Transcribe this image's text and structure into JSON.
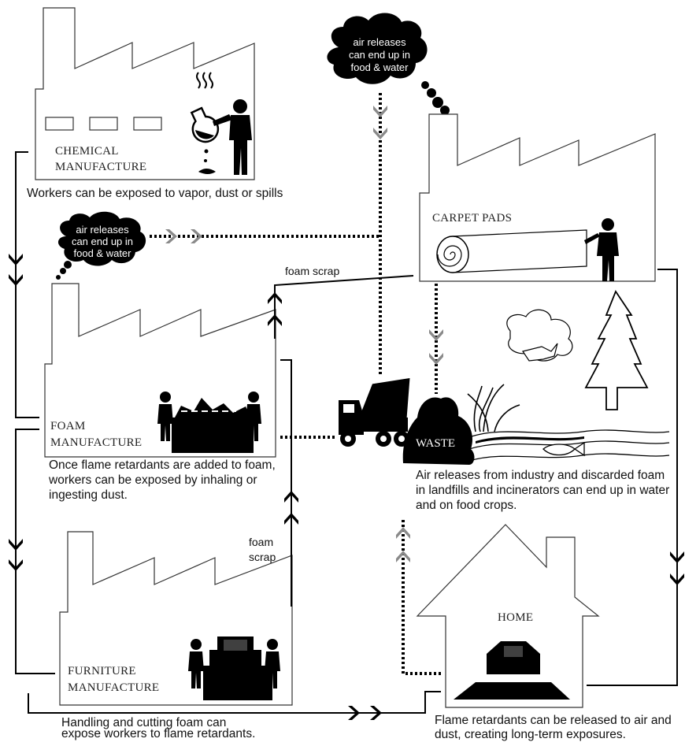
{
  "nodes": {
    "chemical": {
      "line1": "CHEMICAL",
      "line2": "MANUFACTURE",
      "caption": "Workers can be exposed to vapor, dust or spills"
    },
    "carpet": {
      "label": "CARPET PADS"
    },
    "foam": {
      "line1": "FOAM",
      "line2": "MANUFACTURE",
      "caption": "Once flame retardants are added to foam, workers can be exposed by inhaling or ingesting dust."
    },
    "furniture": {
      "line1": "FURNITURE",
      "line2": "MANUFACTURE",
      "caption_line1": "Handling and cutting foam can",
      "caption_line2": "expose workers to flame retardants."
    },
    "waste": {
      "label": "WASTE",
      "caption": "Air releases from industry and discarded foam in landfills and incinerators can end up in water and on food crops."
    },
    "home": {
      "label": "HOME",
      "caption": "Flame retardants can be released to air and dust, creating long-term exposures."
    }
  },
  "clouds": {
    "top": {
      "line1": "air releases",
      "line2": "can end up in",
      "line3": "food & water"
    },
    "left": {
      "line1": "air releases",
      "line2": "can end up in",
      "line3": "food & water"
    }
  },
  "flow_labels": {
    "foam_scrap_top": "foam scrap",
    "foam_scrap_mid_1": "foam",
    "foam_scrap_mid_2": "scrap"
  },
  "colors": {
    "ink": "#000000",
    "gray_arrow": "#8a8a8a"
  },
  "icons": [
    "factory-icon",
    "flask-icon",
    "worker-icon",
    "smoke-cloud-icon",
    "dump-truck-icon",
    "waste-pile-icon",
    "tree-icon",
    "bird-icon",
    "fish-icon",
    "house-icon",
    "sofa-icon",
    "foam-roll-icon"
  ]
}
